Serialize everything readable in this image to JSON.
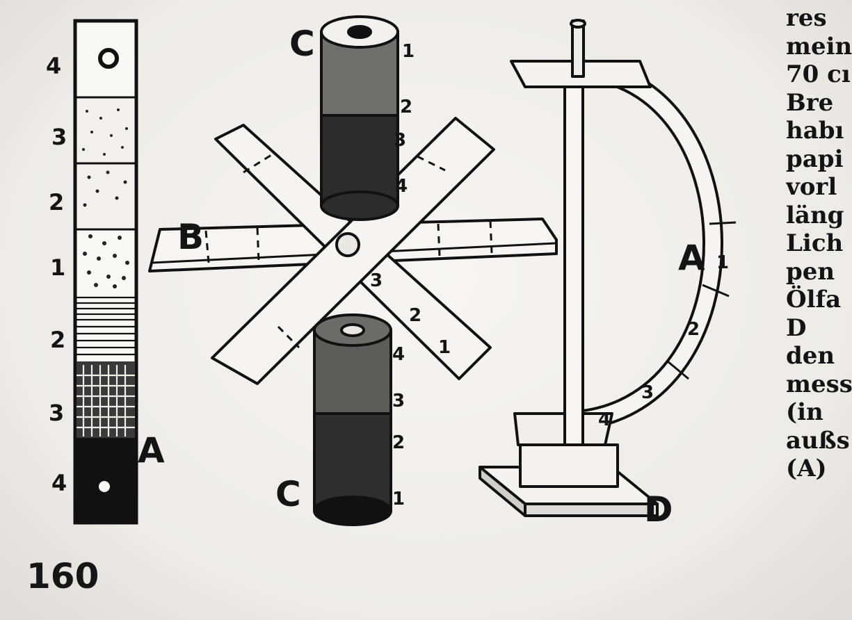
{
  "page_number": "160",
  "figure": {
    "strip": {
      "left_numbers": [
        "4",
        "3",
        "2",
        "1",
        "2",
        "3",
        "4"
      ],
      "label": "A"
    },
    "rotor": {
      "top_cylinder_label": "C",
      "bottom_cylinder_label": "C",
      "top_cylinder_numbers": [
        "1",
        "2",
        "3",
        "4"
      ],
      "bottom_cylinder_numbers": [
        "4",
        "3",
        "2",
        "1"
      ],
      "paddle_label": "B",
      "paddle_numbers": [
        "3",
        "2",
        "1"
      ]
    },
    "stand": {
      "arc_label": "A",
      "base_label": "D",
      "arc_numbers": [
        "1",
        "2",
        "3",
        "4"
      ]
    }
  },
  "text_lines": [
    "res",
    "mein",
    "70 cı",
    "Bre",
    "habı",
    "papi",
    "vorl",
    "läng",
    "Lich",
    "pen",
    "Ölfa",
    "   D",
    "den",
    "mess",
    "(in",
    "außs",
    "(A)"
  ]
}
